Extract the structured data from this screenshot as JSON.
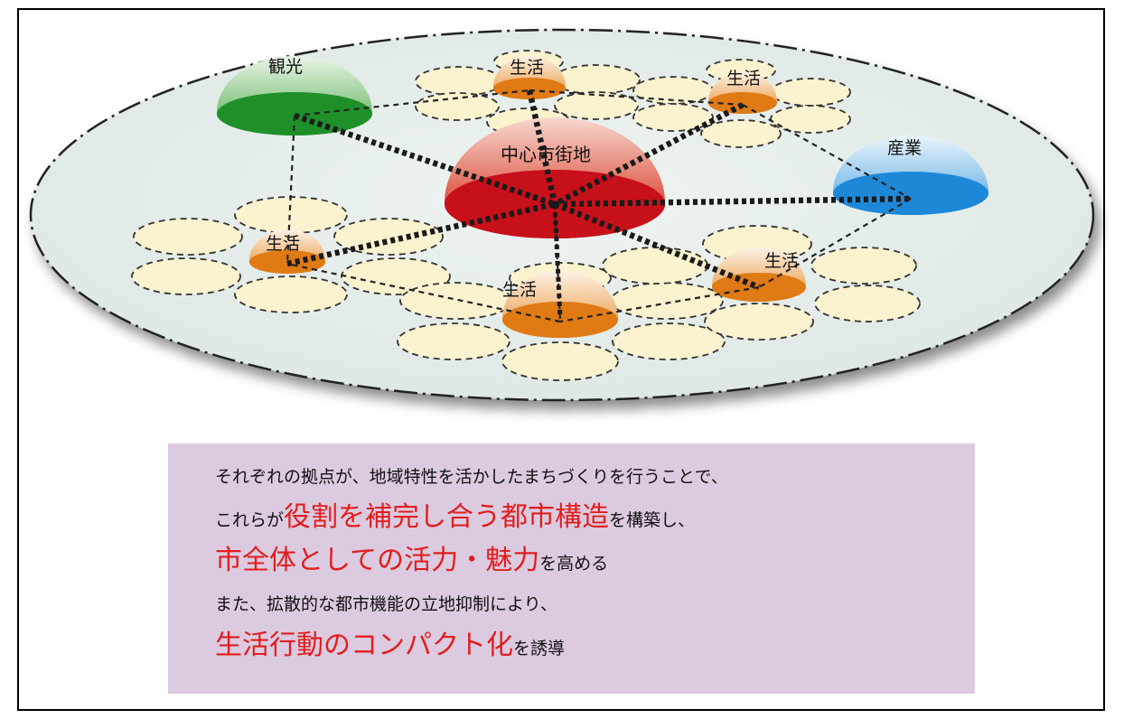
{
  "diagram": {
    "nodes": {
      "tourism": "観光",
      "center": "中心市街地",
      "industry": "産業",
      "life_top1": "生活",
      "life_top2": "生活",
      "life_left": "生活",
      "life_bottom": "生活",
      "life_right": "生活"
    }
  },
  "caption": {
    "line1": "それぞれの拠点が、地域特性を活かしたまちづくりを行うことで、",
    "line2_prefix": "これらが",
    "line2_emph": "役割を補完し合う都市構造",
    "line2_suffix": "を構築し、",
    "line3_emph": "市全体としての活力・魅力",
    "line3_suffix": "を高める",
    "line4": "また、拡散的な都市機能の立地抑制により、",
    "line5_emph": "生活行動のコンパクト化",
    "line5_suffix": "を誘導"
  },
  "colors": {
    "center_dome": "#c8101a",
    "tourism_dome": "#1f8f2a",
    "industry_dome": "#1e88d8",
    "life_dome": "#e07a14",
    "plate": "#e6eeec",
    "cell": "#fbf2cf",
    "caption_bg": "#dccbe0",
    "emphasis_text": "#e21d1d"
  }
}
